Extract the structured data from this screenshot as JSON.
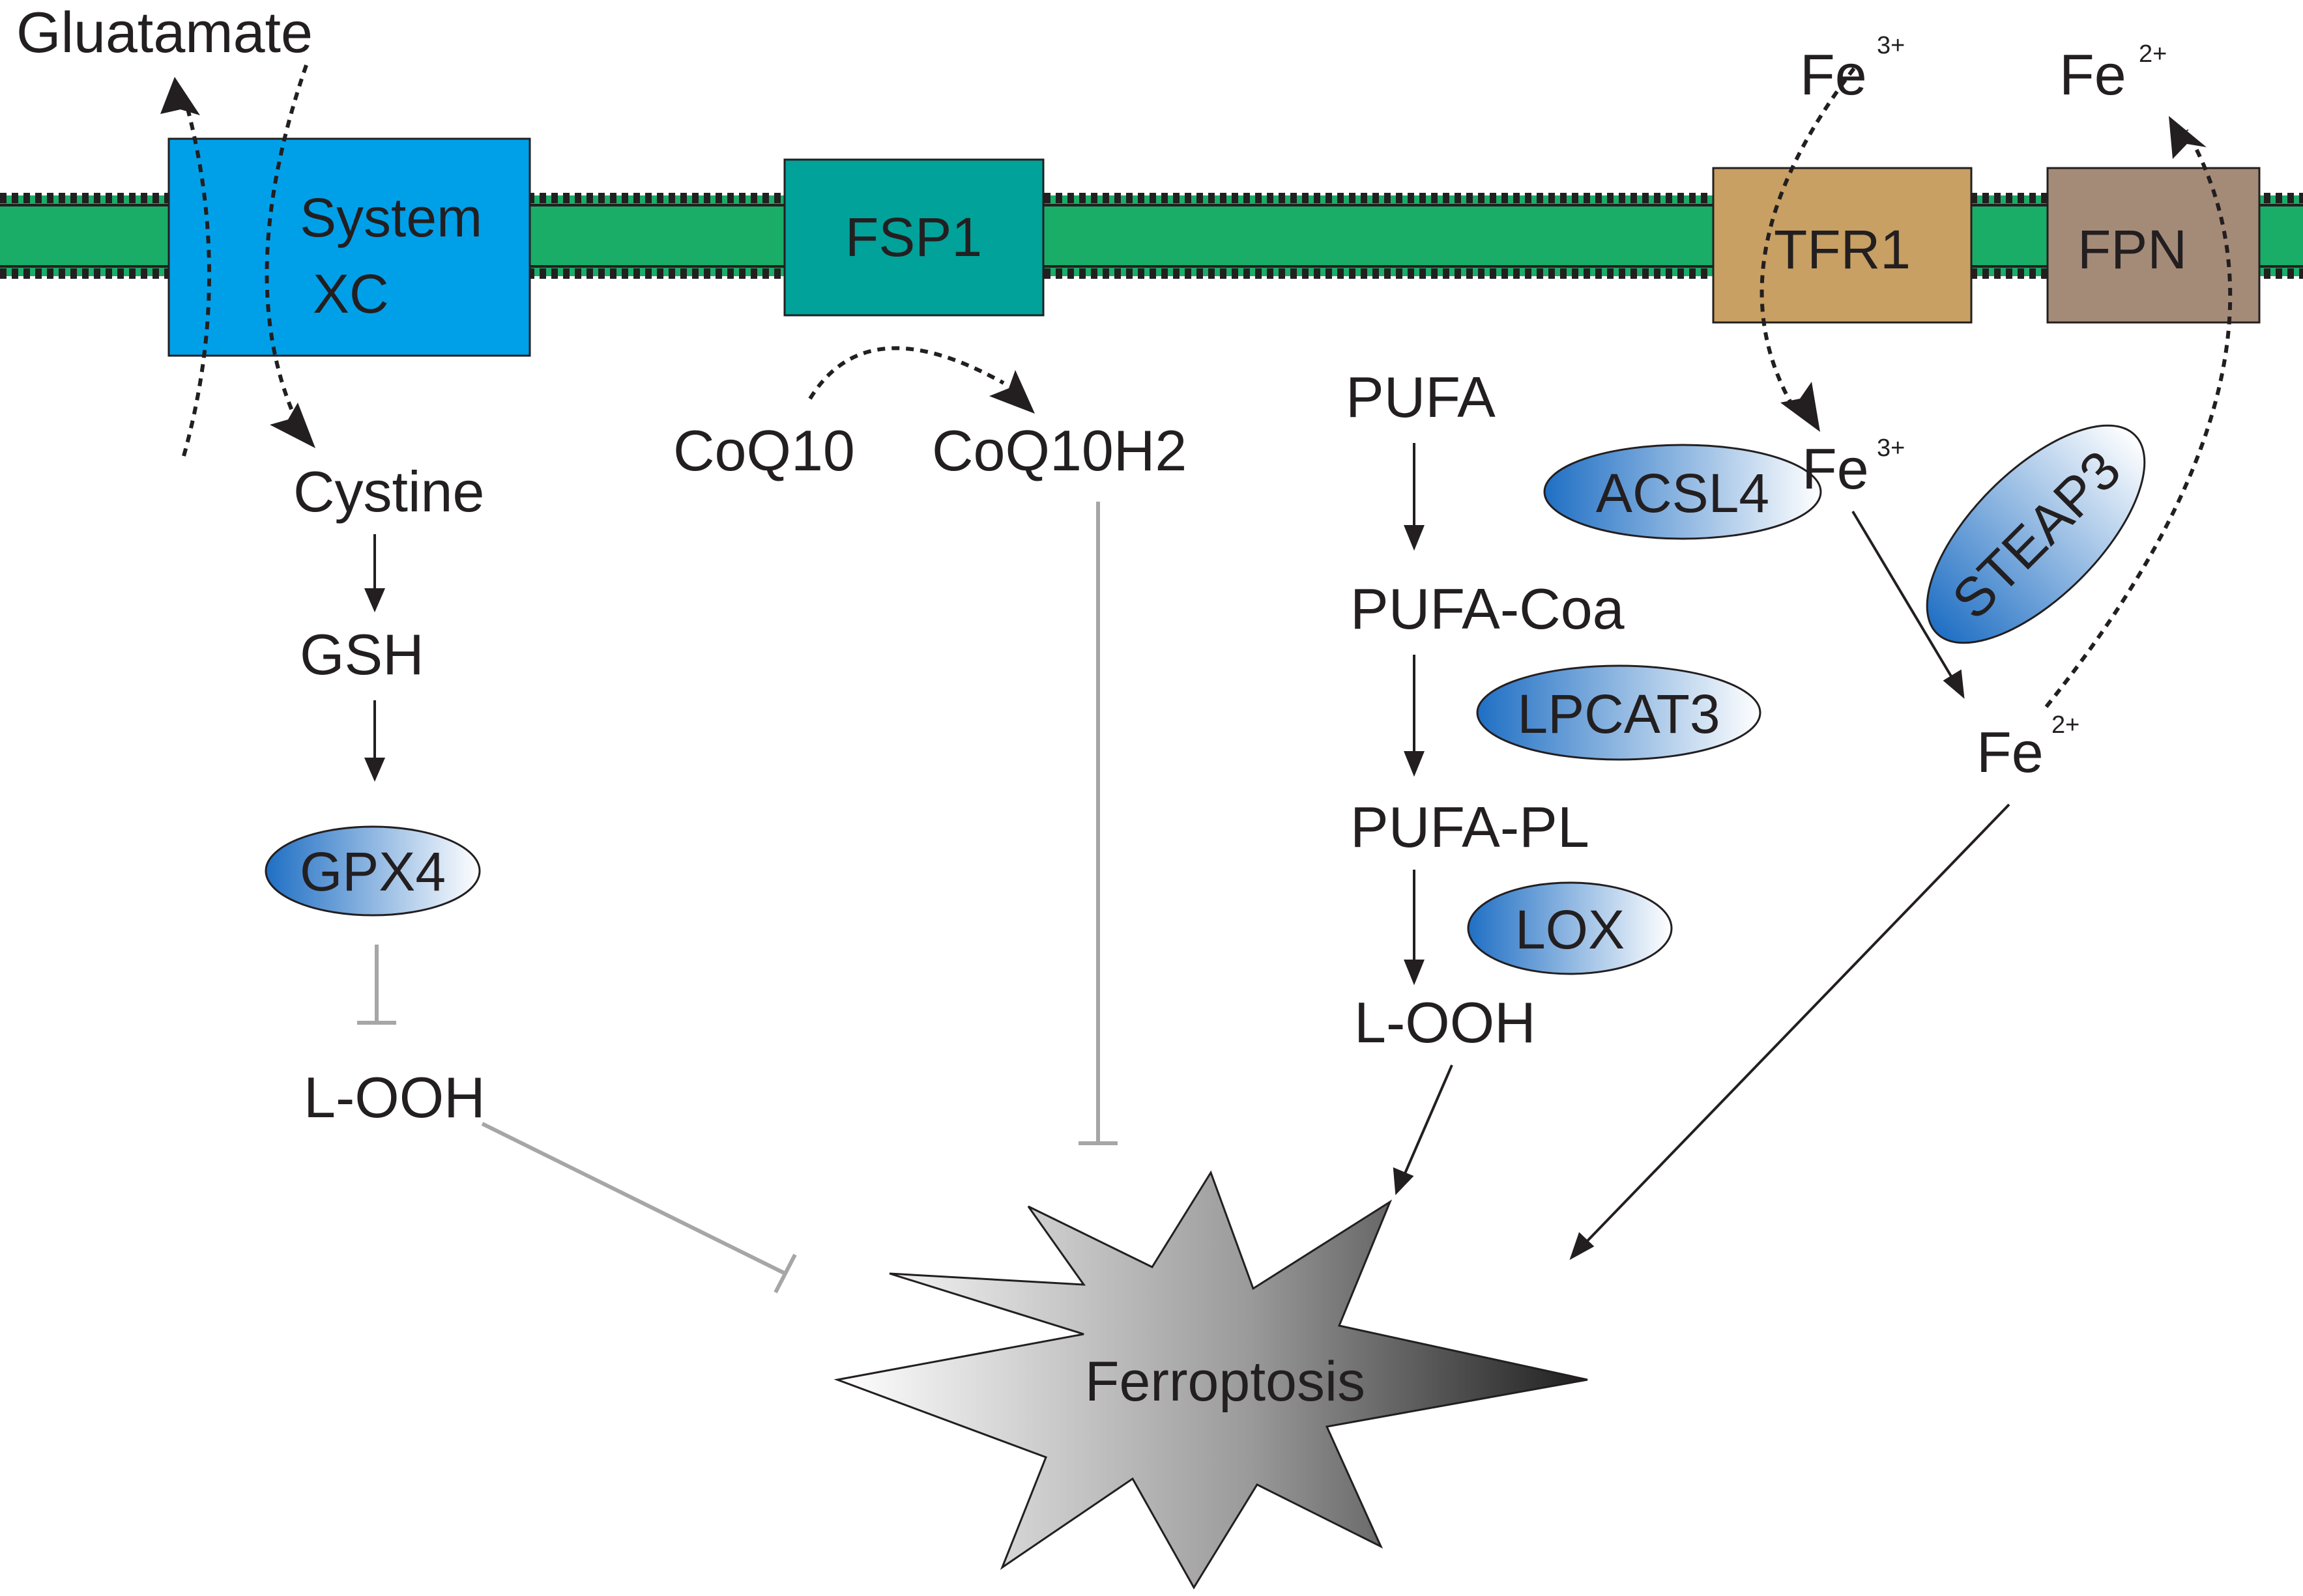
{
  "membrane": {
    "proteins": {
      "system_xc": {
        "line1": "System",
        "line2": "XC",
        "color": "#00a0e9"
      },
      "fsp1": {
        "label": "FSP1",
        "color": "#00a29a"
      },
      "tfr1": {
        "label": "TFR1",
        "color": "#c8a063"
      },
      "fpn": {
        "label": "FPN",
        "color": "#a48b78"
      }
    },
    "membrane_color": "#1aad68"
  },
  "metabolites": {
    "glutamate": "Gluatamate",
    "cystine": "Cystine",
    "gsh": "GSH",
    "l_ooh_left": "L-OOH",
    "coq10": "CoQ10",
    "coq10h2": "CoQ10H2",
    "pufa": "PUFA",
    "pufa_coa": "PUFA-Coa",
    "pufa_pl": "PUFA-PL",
    "l_ooh_right": "L-OOH",
    "fe3_out": {
      "base": "Fe",
      "sup": "3+"
    },
    "fe2_out": {
      "base": "Fe",
      "sup": "2+"
    },
    "fe3_in": {
      "base": "Fe",
      "sup": "3+"
    },
    "fe2_in": {
      "base": "Fe",
      "sup": "2+"
    }
  },
  "enzymes": {
    "gpx4": "GPX4",
    "acsl4": "ACSL4",
    "lpcat3": "LPCAT3",
    "lox": "LOX",
    "steap3": "STEAP3"
  },
  "outcome": {
    "ferroptosis": "Ferroptosis"
  },
  "colors": {
    "enzyme_dark": "#1f6fc4",
    "enzyme_light": "#ffffff",
    "inhibition_line": "#a6a6a6",
    "arrow": "#231f20"
  }
}
